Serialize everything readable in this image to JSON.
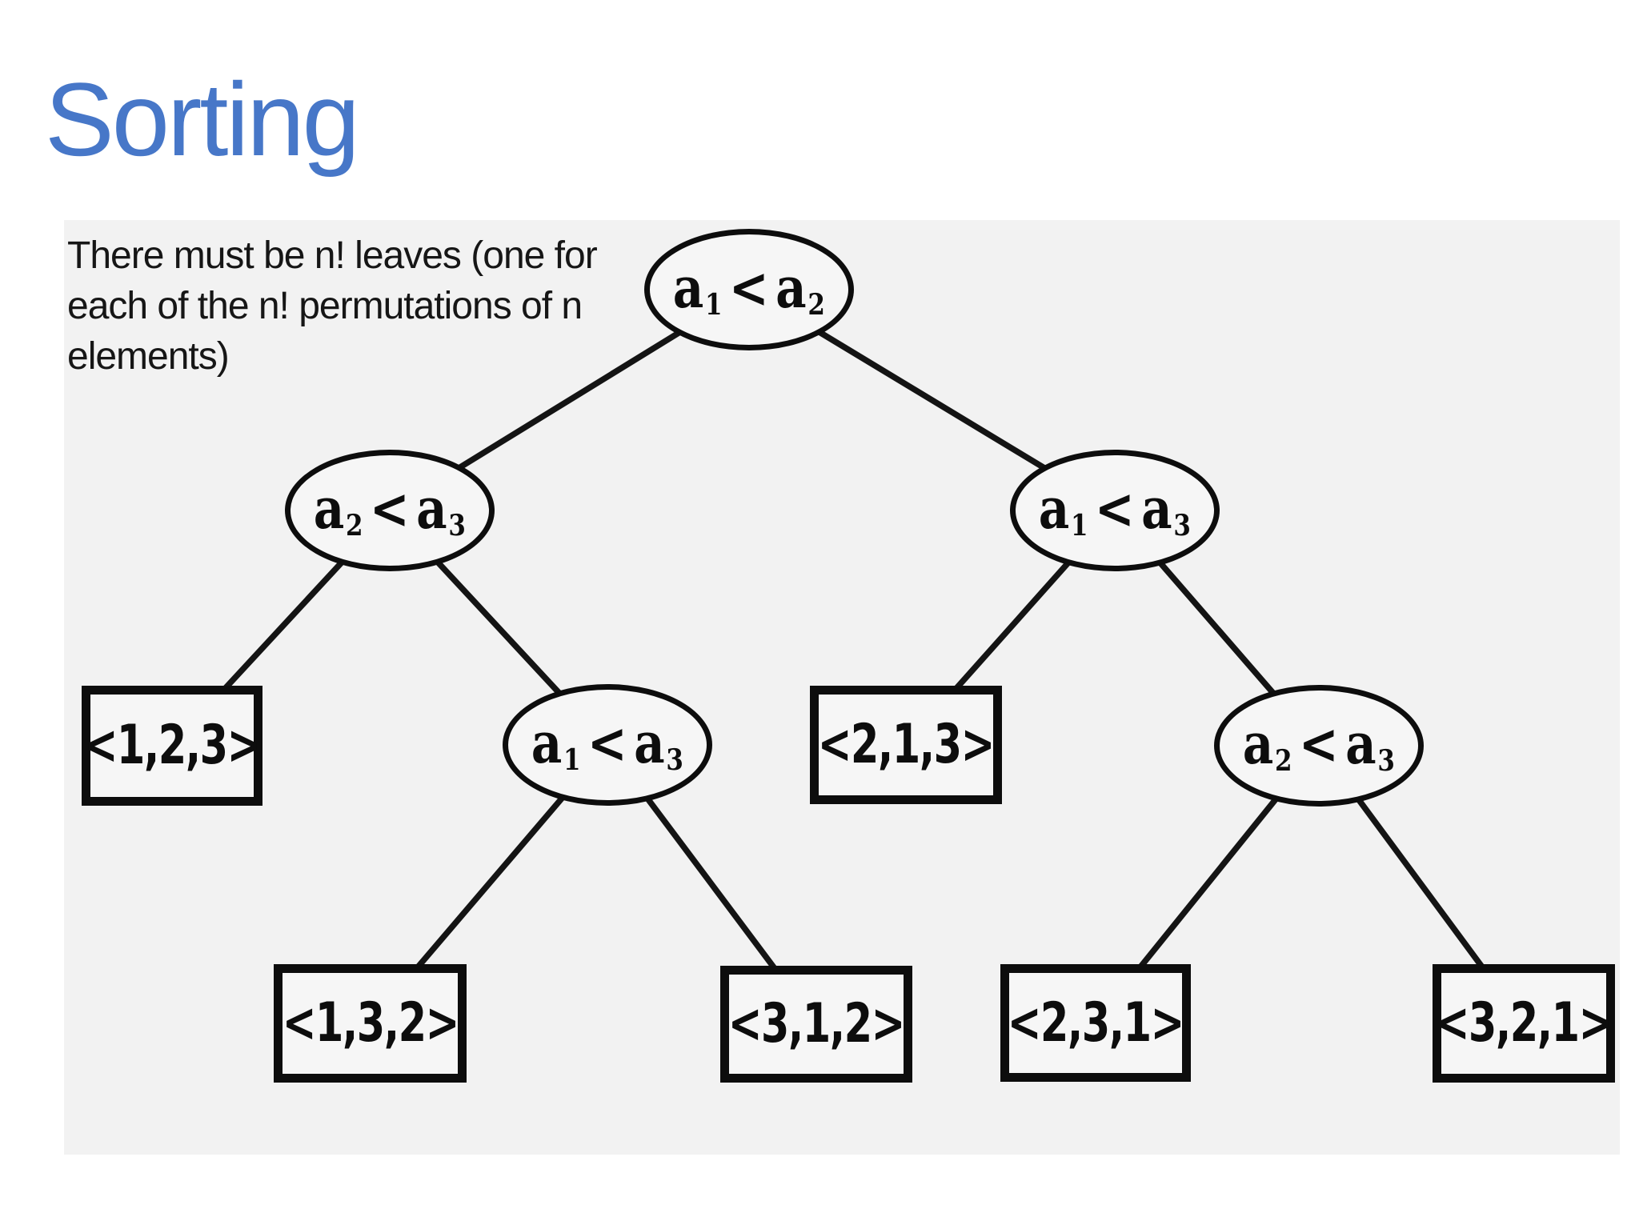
{
  "slide": {
    "title": "Sorting"
  },
  "annotation": {
    "line1": "There must be n! leaves (one for",
    "line2": "each of the n! permutations of n",
    "line3": "elements)"
  },
  "tree": {
    "description": "Decision tree for comparison sorting of 3 elements",
    "decision_nodes": [
      {
        "lhs_base": "a",
        "lhs_sub": "1",
        "op": "<",
        "rhs_base": "a",
        "rhs_sub": "2"
      },
      {
        "lhs_base": "a",
        "lhs_sub": "2",
        "op": "<",
        "rhs_base": "a",
        "rhs_sub": "3"
      },
      {
        "lhs_base": "a",
        "lhs_sub": "1",
        "op": "<",
        "rhs_base": "a",
        "rhs_sub": "3"
      },
      {
        "lhs_base": "a",
        "lhs_sub": "1",
        "op": "<",
        "rhs_base": "a",
        "rhs_sub": "3"
      },
      {
        "lhs_base": "a",
        "lhs_sub": "2",
        "op": "<",
        "rhs_base": "a",
        "rhs_sub": "3"
      }
    ],
    "leaves": [
      "<1,2,3>",
      "<2,1,3>",
      "<1,3,2>",
      "<3,1,2>",
      "<2,3,1>",
      "<3,2,1>"
    ]
  },
  "colors": {
    "title_blue": "#4777c8",
    "panel_gray": "#f2f2f2",
    "ink_black": "#0d0d0d",
    "page_white": "#ffffff"
  }
}
